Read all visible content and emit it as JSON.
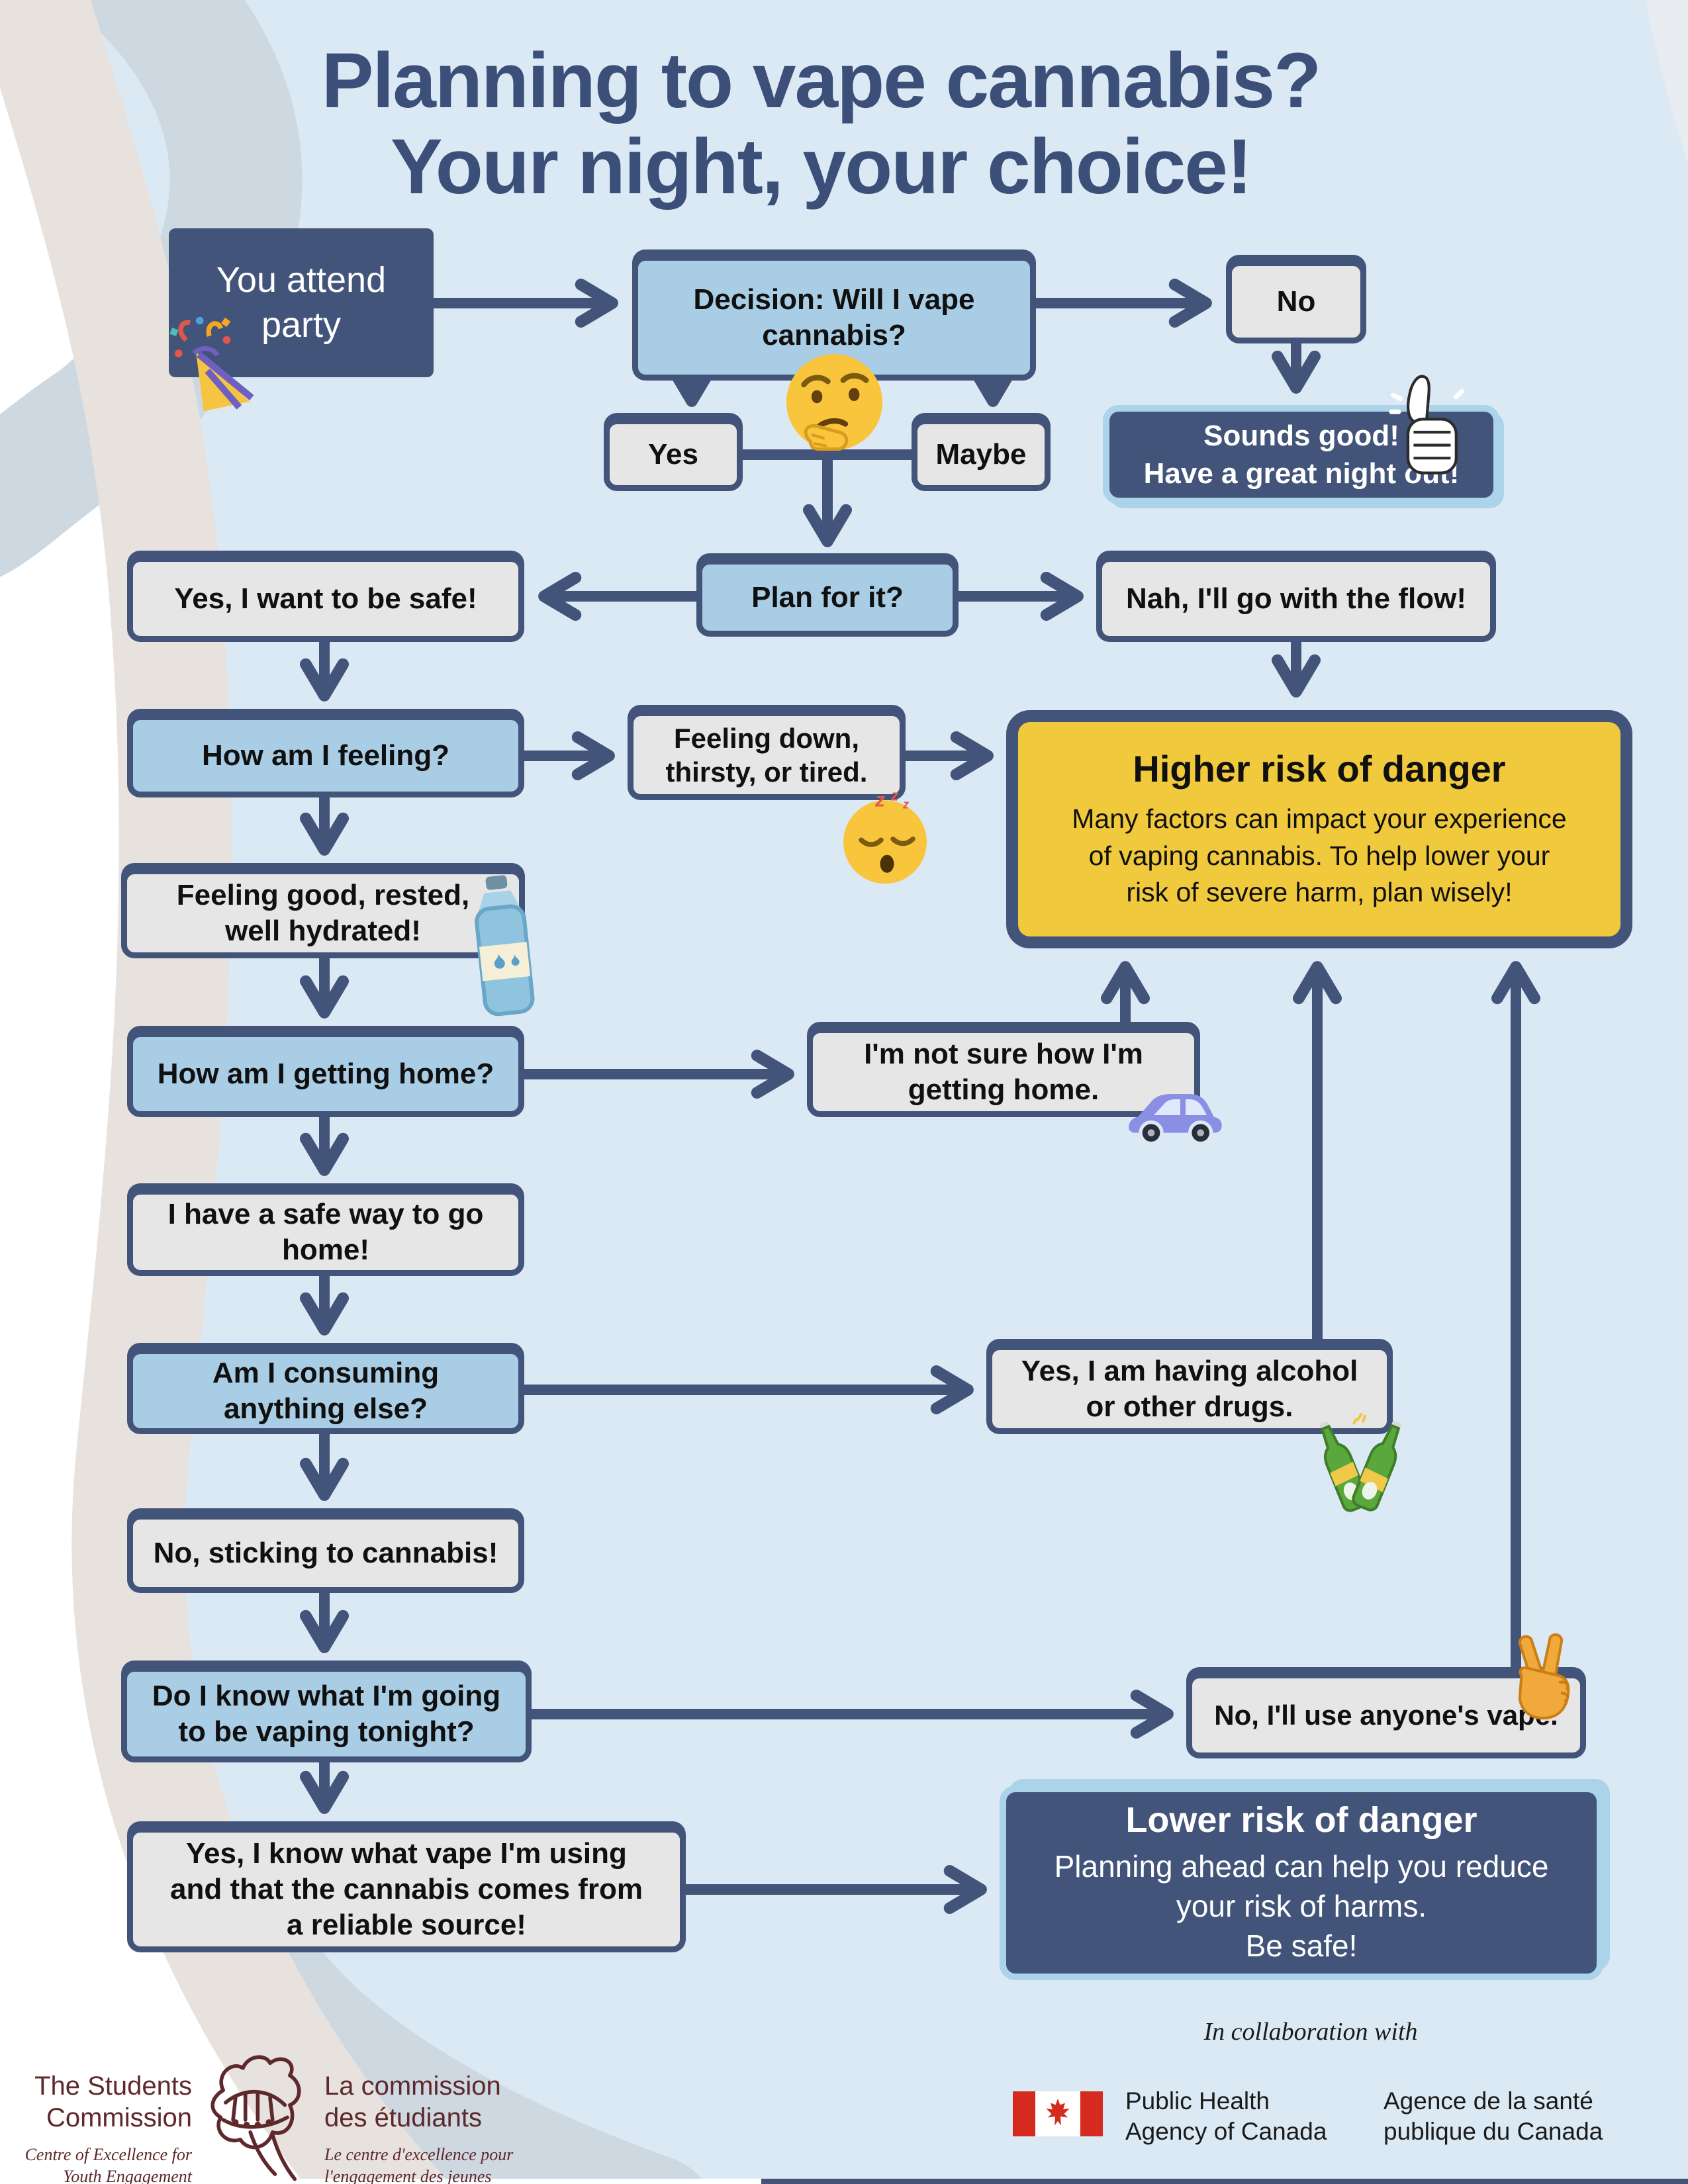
{
  "title": "Planning to vape cannabis?\nYour night, your choice!",
  "nodes": {
    "attend": {
      "label": "You attend\nparty"
    },
    "decision": {
      "label": "Decision: Will I vape\ncannabis?"
    },
    "no": {
      "label": "No"
    },
    "sounds_good": {
      "label": "Sounds good!\nHave a great night out!"
    },
    "yes": {
      "label": "Yes"
    },
    "maybe": {
      "label": "Maybe"
    },
    "plan": {
      "label": "Plan for it?"
    },
    "safe": {
      "label": "Yes, I want to be safe!"
    },
    "flow": {
      "label": "Nah, I'll go with the flow!"
    },
    "feeling": {
      "label": "How am I feeling?"
    },
    "down": {
      "label": "Feeling down,\nthirsty, or tired."
    },
    "higher_risk": {
      "title": "Higher risk of danger",
      "body": "Many factors can impact your experience\nof vaping cannabis. To help lower your\nrisk of severe harm, plan wisely!"
    },
    "good": {
      "label": "Feeling good, rested,\nwell hydrated!"
    },
    "home": {
      "label": "How am I getting home?"
    },
    "not_sure_home": {
      "label": "I'm not sure how I'm\ngetting home."
    },
    "safe_home": {
      "label": "I have a safe way to go\nhome!"
    },
    "consuming": {
      "label": "Am I consuming\nanything else?"
    },
    "alcohol": {
      "label": "Yes, I am having alcohol\nor other drugs."
    },
    "cannabis_only": {
      "label": "No, sticking to cannabis!"
    },
    "know_vape": {
      "label": "Do I know what I'm going\nto be vaping tonight?"
    },
    "anyones_vape": {
      "label": "No, I'll use anyone's vape."
    },
    "reliable": {
      "label": "Yes, I know what vape I'm using\nand that the cannabis comes from\na reliable source!"
    },
    "lower_risk": {
      "title": "Lower risk of danger",
      "body": "Planning ahead can help you reduce\nyour risk of harms.\nBe safe!"
    }
  },
  "footer": {
    "collab": "In collaboration with",
    "tsc_en": "The Students\nCommission",
    "tsc_en_sub": "Centre of Excellence for\nYouth Engagement",
    "tsc_fr": "La commission\ndes étudiants",
    "tsc_fr_sub": "Le centre d'excellence pour\nl'engagement des jeunes",
    "phac_en": "Public Health\nAgency of Canada",
    "phac_fr": "Agence de la santé\npublique du Canada"
  },
  "icons": {
    "party": "party-popper-icon",
    "thinking": "thinking-face-icon",
    "thumbs_up": "thumbs-up-icon",
    "sleepy": "sleepy-face-icon",
    "water_bottle": "water-bottle-icon",
    "car": "car-icon",
    "beer": "beer-bottles-icon",
    "peace": "peace-hand-icon",
    "flag": "canada-flag-icon",
    "logo_art": "students-commission-logo"
  },
  "colors": {
    "navy": "#42547a",
    "box_blue": "#a9cde4",
    "box_gray": "#e7e6e6",
    "box_yellow": "#f0c93c",
    "background": "#dbe9f4",
    "light_blue_border": "#abd3ea",
    "maroon": "#5f282b",
    "flag_red": "#d52b1e"
  }
}
